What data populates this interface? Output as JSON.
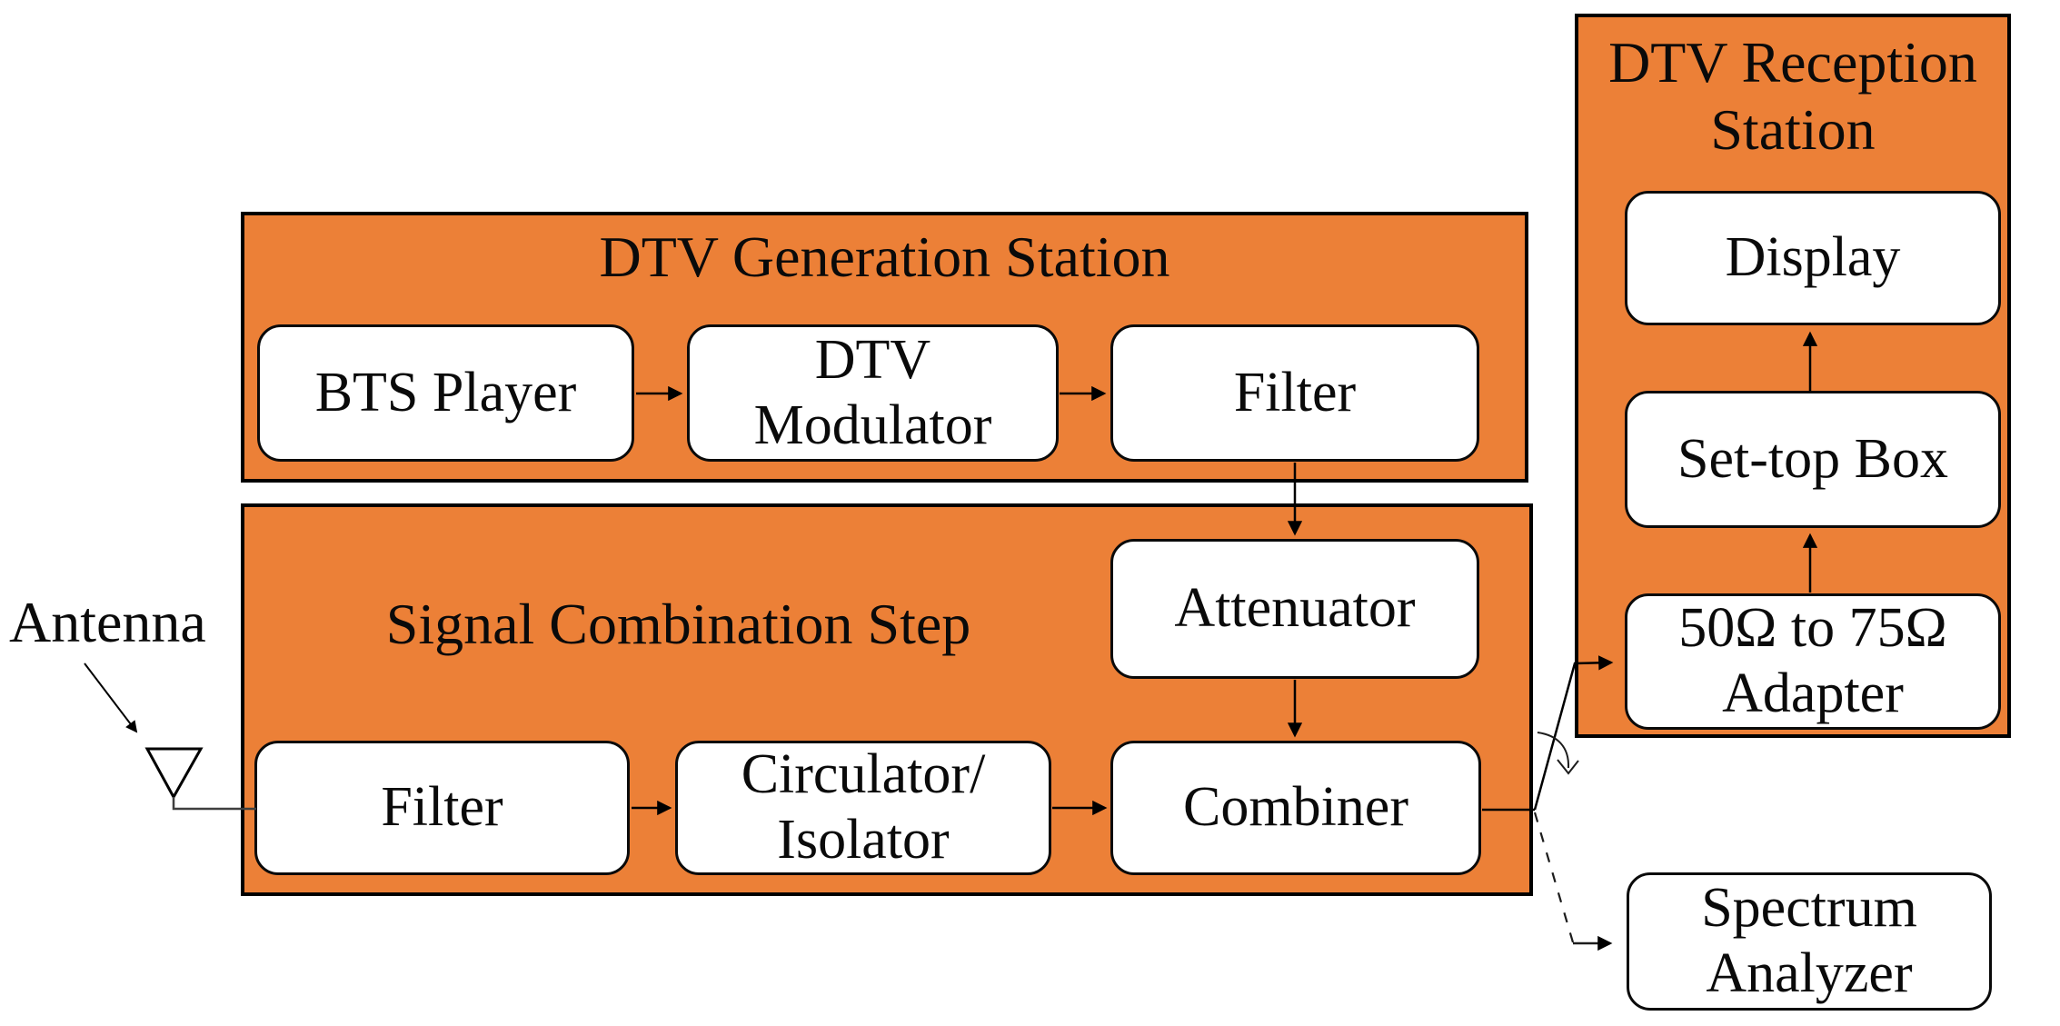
{
  "colors": {
    "group_fill": "#EC8037",
    "outline": "#000000",
    "node_fill": "#FFFFFF",
    "text": "#0A0A0A"
  },
  "groups": {
    "generation": {
      "title": "DTV Generation Station"
    },
    "combination": {
      "title": "Signal Combination Step"
    },
    "reception": {
      "title": "DTV Reception Station"
    }
  },
  "nodes": {
    "bts_player": "BTS Player",
    "dtv_modulator": "DTV Modulator",
    "filter_generation": "Filter",
    "attenuator": "Attenuator",
    "filter_combination": "Filter",
    "circulator_isolator": "Circulator/ Isolator",
    "combiner": "Combiner",
    "display": "Display",
    "set_top_box": "Set-top Box",
    "adapter": "50Ω to 75Ω Adapter",
    "spectrum_analyzer": "Spectrum Analyzer"
  },
  "annotations": {
    "antenna_label": "Antenna"
  }
}
